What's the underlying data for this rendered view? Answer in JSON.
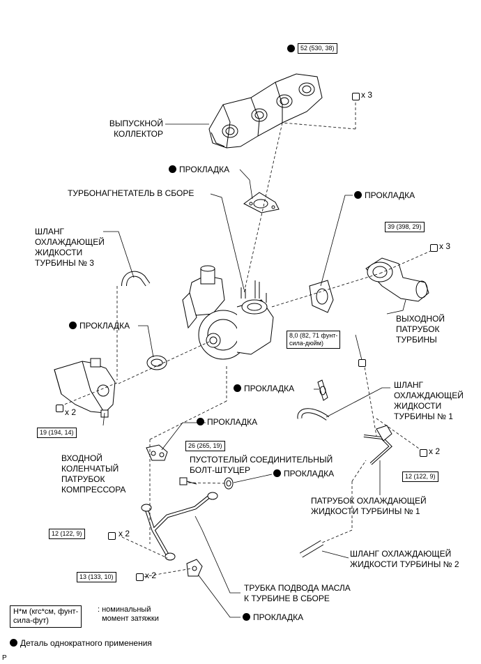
{
  "labels": {
    "exhaust_manifold": "ВЫПУСКНОЙ\nКОЛЛЕКТОР",
    "gasket_top": "ПРОКЛАДКА",
    "turbo_assy": "ТУРБОНАГНЕТАТЕЛЬ В СБОРЕ",
    "gasket_right": "ПРОКЛАДКА",
    "hose3": "ШЛАНГ\nОХЛАЖДАЮЩЕЙ\nЖИДКОСТИ\nТУРБИНЫ № 3",
    "gasket_left": "ПРОКЛАДКА",
    "outlet_elbow": "ВЫХОДНОЙ\nПАТРУБОК\nТУРБИНЫ",
    "gasket_mid": "ПРОКЛАДКА",
    "hose1": "ШЛАНГ\nОХЛАЖДАЮЩЕЙ\nЖИДКОСТИ\nТУРБИНЫ № 1",
    "gasket_lower_left": "ПРОКЛАДКА",
    "inlet_elbow": "ВХОДНОЙ\nКОЛЕНЧАТЫЙ\nПАТРУБОК\nКОМПРЕССОРА",
    "union_bolt": "ПУСТОТЕЛЫЙ СОЕДИНИТЕЛЬНЫЙ\nБОЛТ-ШТУЦЕР",
    "gasket_union": "ПРОКЛАДКА",
    "water_pipe1": "ПАТРУБОК ОХЛАЖДАЮЩЕЙ\nЖИДКОСТИ ТУРБИНЫ № 1",
    "hose2": "ШЛАНГ ОХЛАЖДАЮЩЕЙ\nЖИДКОСТИ ТУРБИНЫ № 2",
    "oil_pipe": "ТРУБКА ПОДВОДА МАСЛА\nК ТУРБИНЕ В СБОРЕ",
    "gasket_bottom": "ПРОКЛАДКА"
  },
  "torques": {
    "t1": "52 (530, 38)",
    "t2": "39 (398, 29)",
    "t3": "8,0 (82, 71 фунт-\nсила-дюйм)",
    "t4": "19 (194, 14)",
    "t5": "26 (265, 19)",
    "t6": "12 (122, 9)",
    "t7": "12 (122, 9)",
    "t8": "13 (133, 10)"
  },
  "multipliers": {
    "m1": "x 3",
    "m2": "x 3",
    "m3": "x 2",
    "m4": "x 2",
    "m5": "x 2",
    "m6": "x 2"
  },
  "legend": {
    "unit_box": "Н*м (кгс*см, фунт-\nсила-фут)",
    "unit_desc": ": номинальный\n  момент затяжки",
    "non_reusable": "Деталь однократного применения"
  },
  "page_marker": "P"
}
